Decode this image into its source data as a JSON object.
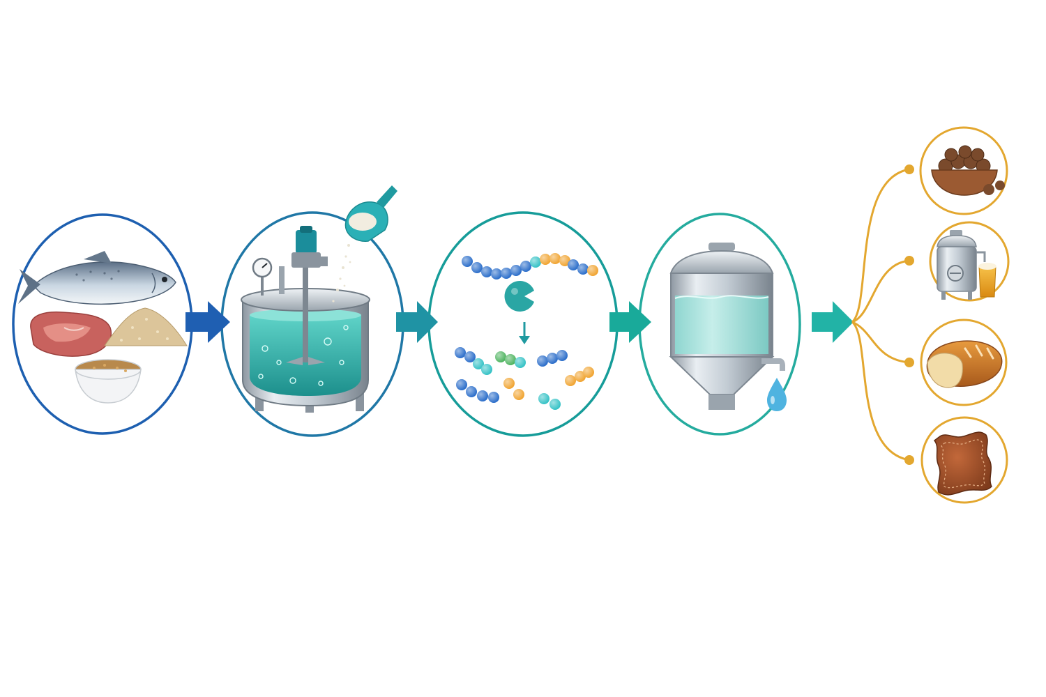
{
  "diagram": {
    "kind": "process-flow",
    "steps": [
      {
        "id": "raw-materials",
        "icons": [
          "fish-icon",
          "meat-icon",
          "powder-pile-icon",
          "grain-bowl-icon"
        ],
        "ring_color": "#1d5fb0"
      },
      {
        "id": "reactor-tank",
        "icons": [
          "reactor-tank-icon",
          "enzyme-scoop-icon",
          "pressure-gauge-icon"
        ],
        "ring_color": "#1f77a6"
      },
      {
        "id": "hydrolysis",
        "icons": [
          "peptide-chain-icon",
          "enzyme-icon",
          "peptide-fragments-icon"
        ],
        "ring_color": "#169c99"
      },
      {
        "id": "separation-tank",
        "icons": [
          "separation-tank-icon",
          "droplet-icon"
        ],
        "ring_color": "#24ab9e"
      }
    ],
    "arrows": [
      {
        "color": "#1f5fb2"
      },
      {
        "color": "#1f93a4"
      },
      {
        "color": "#19aa9a"
      },
      {
        "color": "#22b3a6"
      }
    ],
    "branch_color": "#e3a72f",
    "outputs": [
      {
        "id": "pet-food",
        "icon": "pet-food-bowl-icon"
      },
      {
        "id": "brewing",
        "icon": "brewing-kettle-icon"
      },
      {
        "id": "bakery",
        "icon": "bread-icon"
      },
      {
        "id": "leather",
        "icon": "leather-hide-icon"
      }
    ],
    "bead_colors": {
      "blue": "#2469c8",
      "teal": "#2ec0c4",
      "green": "#48b15a",
      "orange": "#f0a12a"
    }
  }
}
